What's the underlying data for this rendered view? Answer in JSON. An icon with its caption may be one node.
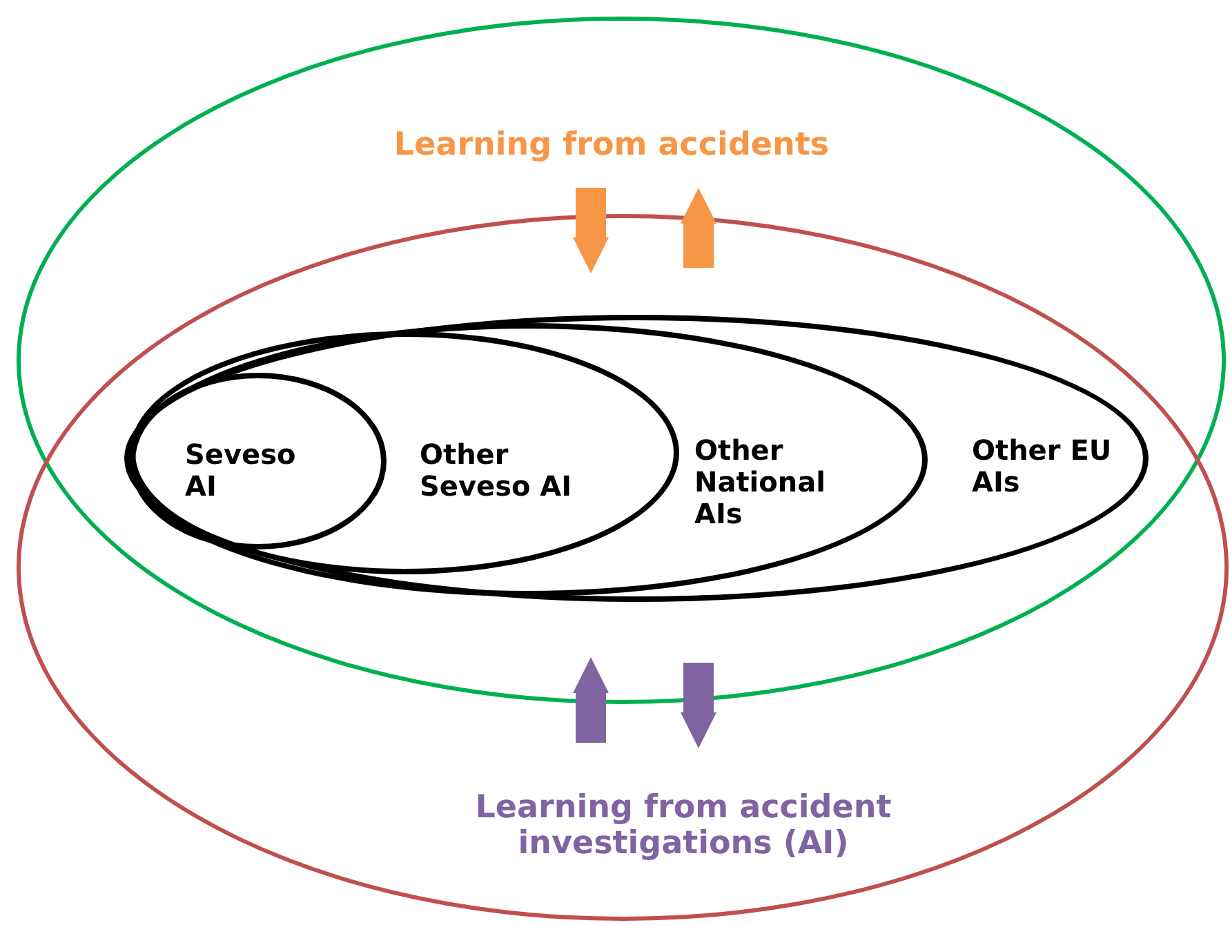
{
  "diagram": {
    "nodes": [
      {
        "text": [
          "Learning from accidents"
        ]
      },
      {
        "text": [
          "Learning from accident investigations (AI)"
        ]
      },
      {
        "text": [
          "Other EU AIs"
        ]
      },
      {
        "text": [
          "Other National AIs"
        ],
        "in": 2
      },
      {
        "text": [
          "Other Seveso AI"
        ],
        "in": 3
      },
      {
        "text": [
          "Seveso AI"
        ],
        "in": 4
      }
    ],
    "edges": [
      {
        "from": 0,
        "to": 1,
        "arrow": "to",
        "color": "#f79646"
      },
      {
        "from": 1,
        "to": 0,
        "arrow": "to",
        "color": "#f79646"
      },
      {
        "from": 1,
        "to": 0,
        "arrow": "to",
        "color": "#8064a2"
      },
      {
        "from": 0,
        "to": 1,
        "arrow": "to",
        "color": "#8064a2"
      }
    ]
  }
}
